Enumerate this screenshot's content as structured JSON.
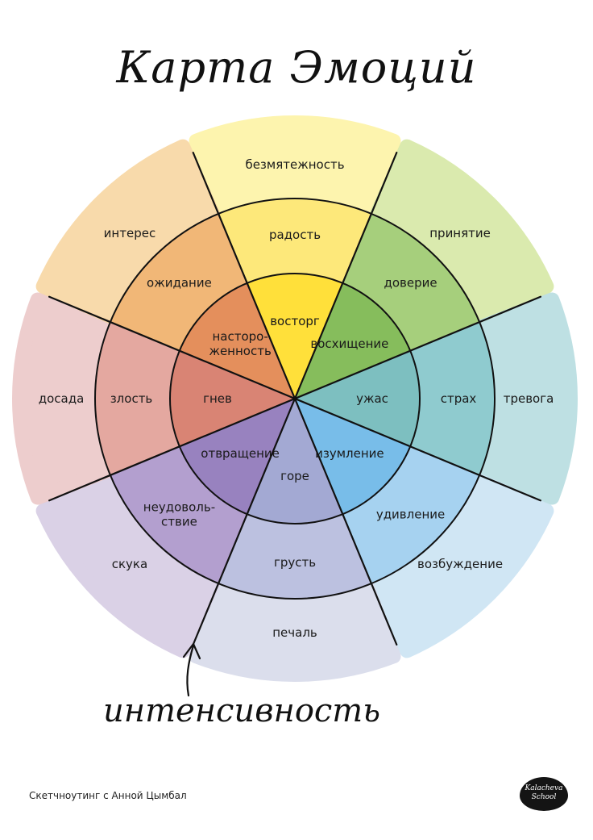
{
  "title": "Карта Эмоций",
  "axis_label": "интенсивность",
  "credit": "Скетчноутинг с Анной Цымбал",
  "logo": {
    "line1": "Kalacheva",
    "line2": "School"
  },
  "colors": {
    "line": "#111111",
    "yellow": {
      "outer": "#fdf3a6",
      "middle": "#fde87a",
      "inner": "#ffe03a"
    },
    "green": {
      "outer": "#d6e8a6",
      "middle": "#a6cf7c",
      "inner": "#86bd5c"
    },
    "teal": {
      "outer": "#b8dde0",
      "middle": "#8fcbcf",
      "inner": "#7dbfc0"
    },
    "blue": {
      "outer": "#cce4f3",
      "middle": "#a6d2f0",
      "inner": "#78bde9"
    },
    "lavender": {
      "outer": "#d8dbea",
      "middle": "#bcc1e0",
      "inner": "#a3a9d3"
    },
    "purple": {
      "outer": "#d7cde4",
      "middle": "#b39fcf",
      "inner": "#9882bf"
    },
    "red": {
      "outer": "#ecc8c8",
      "middle": "#e4a8a0",
      "inner": "#d98474"
    },
    "orange": {
      "outer": "#f8d6a2",
      "middle": "#f1b777",
      "inner": "#e48f5c"
    }
  },
  "emotions": [
    {
      "outer": "безмятежность",
      "middle": "радость",
      "inner": "восторг",
      "color": "yellow"
    },
    {
      "outer": "принятие",
      "middle": "доверие",
      "inner": "восхищение",
      "color": "green"
    },
    {
      "outer": "тревога",
      "middle": "страх",
      "inner": "ужас",
      "color": "teal"
    },
    {
      "outer": "возбуждение",
      "middle": "удивление",
      "inner": "изумление",
      "color": "blue"
    },
    {
      "outer": "печаль",
      "middle": "грусть",
      "inner": "горе",
      "color": "lavender"
    },
    {
      "outer": "скука",
      "middle": "неудоволь-\nствие",
      "inner": "отвращение",
      "color": "purple"
    },
    {
      "outer": "досада",
      "middle": "злость",
      "inner": "гнев",
      "color": "red"
    },
    {
      "outer": "интерес",
      "middle": "ожидание",
      "inner": "настороженность",
      "color": "orange"
    }
  ]
}
